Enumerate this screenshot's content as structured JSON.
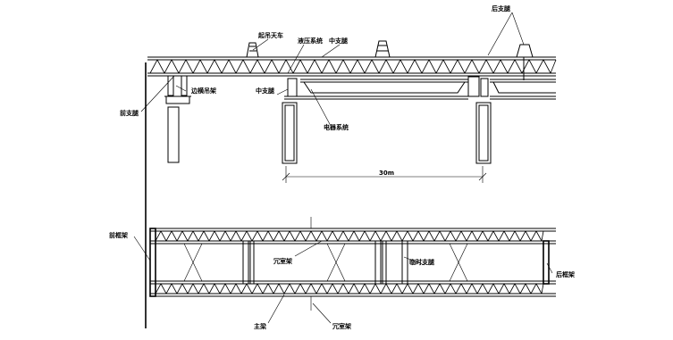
{
  "labels": {
    "rear_leg_top": "后支腿",
    "crane_trolley": "起吊天车",
    "hydraulic_system": "液压系统",
    "mid_leg_top": "中支腿",
    "mid_leg_side": "中支腿",
    "side_hanger": "边横吊架",
    "front_leg": "前支腿",
    "electrical_system": "电器系统",
    "span": "30m",
    "front_frame": "前框架",
    "turntable_a": "冗室架",
    "temp_leg": "临时支腿",
    "rear_frame": "后框架",
    "main_beam": "主梁",
    "turntable_b": "冗室架"
  }
}
